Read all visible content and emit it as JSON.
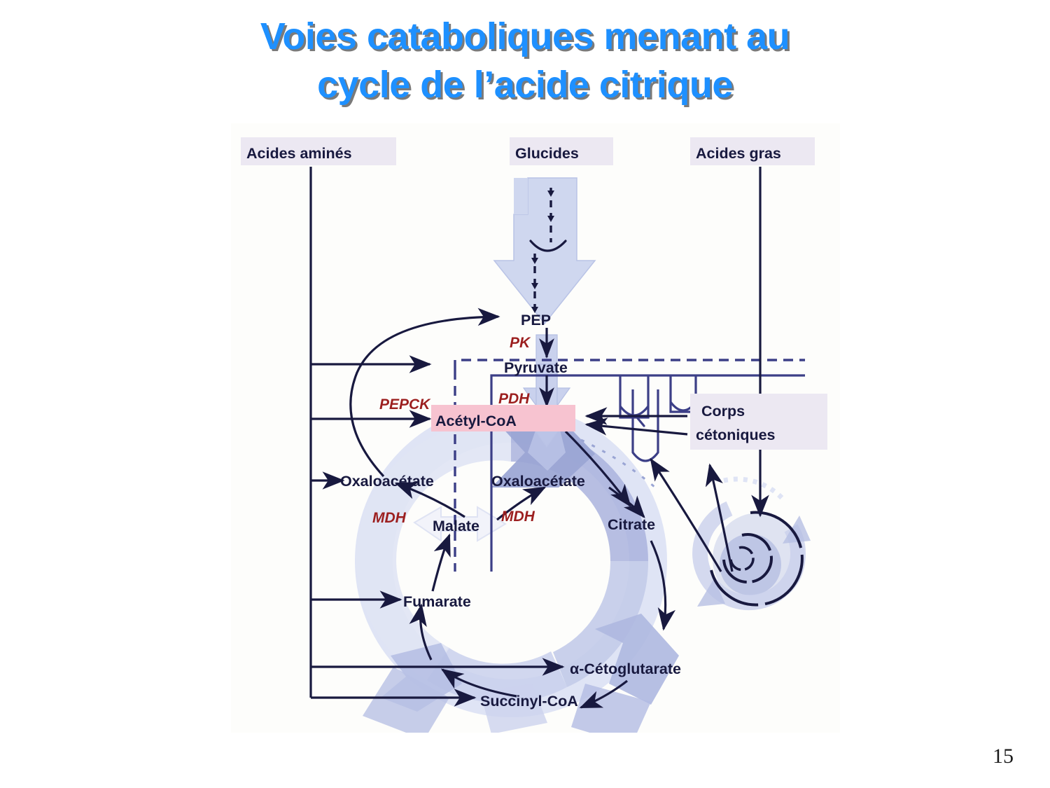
{
  "slide": {
    "title": "Voies cataboliques menant au\ncycle de l’acide citrique",
    "page_number": "15",
    "title_color": "#1e90ff",
    "title_shadow_color": "#7a7a7a"
  },
  "colors": {
    "ink": "#18193f",
    "enzyme_red": "#9c1f1f",
    "arrow_light": "#dfe4f5",
    "arrow_mid": "#c3cbe9",
    "arrow_dark": "#9aa5d4",
    "highlight_lavender": "#ece8f2",
    "highlight_pink": "#f7c3d0",
    "figure_background": "#fdfdfb"
  },
  "diagram": {
    "inputs": [
      {
        "id": "acides-amines",
        "label": "Acides aminés",
        "highlight": "lavender"
      },
      {
        "id": "glucides",
        "label": "Glucides",
        "highlight": "lavender"
      },
      {
        "id": "acides-gras",
        "label": "Acides gras",
        "highlight": "lavender"
      }
    ],
    "metabolites": [
      {
        "id": "pep",
        "label": "PEP",
        "highlight": "none"
      },
      {
        "id": "pyruvate",
        "label": "Pyruvate",
        "highlight": "none"
      },
      {
        "id": "acetyl-coa",
        "label": "Acétyl-CoA",
        "highlight": "pink"
      },
      {
        "id": "oxaloacetate-cytosol",
        "label": "Oxaloacétate",
        "highlight": "none"
      },
      {
        "id": "oxaloacetate-mito",
        "label": "Oxaloacétate",
        "highlight": "none"
      },
      {
        "id": "malate",
        "label": "Malate",
        "highlight": "none"
      },
      {
        "id": "citrate",
        "label": "Citrate",
        "highlight": "none"
      },
      {
        "id": "fumarate",
        "label": "Fumarate",
        "highlight": "none"
      },
      {
        "id": "alpha-cetoglutarate",
        "label": "α-Cétoglutarate",
        "highlight": "none"
      },
      {
        "id": "succinyl-coa",
        "label": "Succinyl-CoA",
        "highlight": "none"
      },
      {
        "id": "corps-cetoniques",
        "label": "Corps\ncétoniques",
        "label_line1": "Corps",
        "label_line2": "cétoniques",
        "highlight": "lavender"
      }
    ],
    "enzymes": [
      {
        "id": "pk",
        "label": "PK"
      },
      {
        "id": "pepck",
        "label": "PEPCK"
      },
      {
        "id": "pdh",
        "label": "PDH"
      },
      {
        "id": "mdh-cytosol",
        "label": "MDH"
      },
      {
        "id": "mdh-mito",
        "label": "MDH"
      }
    ]
  }
}
